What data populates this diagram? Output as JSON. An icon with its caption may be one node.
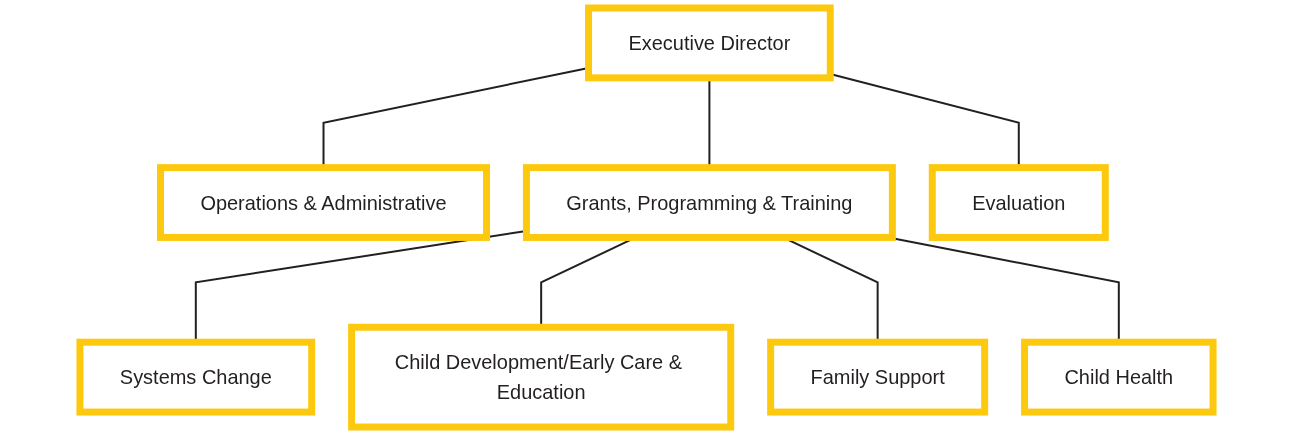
{
  "diagram": {
    "nodes": [
      {
        "text": [
          "Executive Director"
        ]
      },
      {
        "text": [
          "Operations & Administrative"
        ]
      },
      {
        "text": [
          "Grants, Programming & Training"
        ]
      },
      {
        "text": [
          "Evaluation"
        ]
      },
      {
        "text": [
          "Systems Change"
        ]
      },
      {
        "text": [
          "Child Development/Early Care & Education"
        ]
      },
      {
        "text": [
          "Family Support"
        ]
      },
      {
        "text": [
          "Child Health"
        ]
      }
    ],
    "edges": [
      {
        "from": 0,
        "to": 1,
        "arrow": "none"
      },
      {
        "from": 0,
        "to": 2,
        "arrow": "none"
      },
      {
        "from": 0,
        "to": 3,
        "arrow": "none"
      },
      {
        "from": 2,
        "to": 4,
        "arrow": "none"
      },
      {
        "from": 2,
        "to": 5,
        "arrow": "none"
      },
      {
        "from": 2,
        "to": 6,
        "arrow": "none"
      },
      {
        "from": 2,
        "to": 7,
        "arrow": "none"
      }
    ]
  }
}
